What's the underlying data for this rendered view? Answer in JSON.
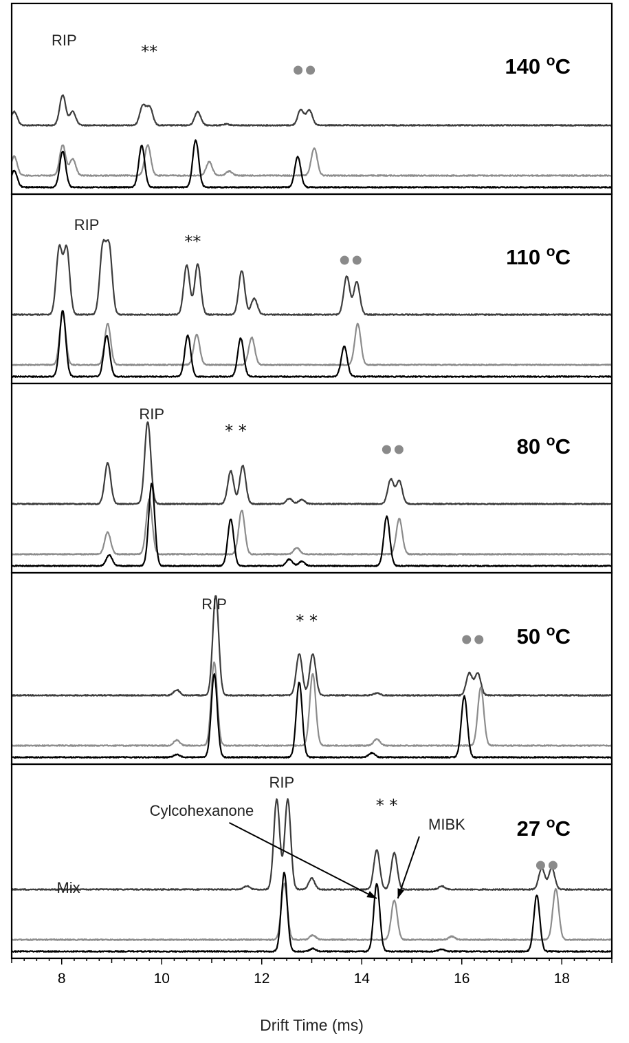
{
  "chart_data": {
    "type": "line",
    "xlabel": "Drift Time (ms)",
    "xlim": [
      7.0,
      19.0
    ],
    "xticks": [
      8,
      10,
      12,
      14,
      16,
      18
    ],
    "colors": {
      "upper": "#3c3c3c",
      "middle": "#8c8c8c",
      "lower": "#000000"
    },
    "panels": [
      {
        "temperature": "140 ",
        "unit": "C",
        "rip_label": "RIP",
        "rip_x": 8.05,
        "star_text": "**",
        "star_x": 9.75,
        "dots_x": 12.85,
        "series": [
          {
            "key": "upper",
            "peaks": [
              [
                7.05,
                0.25
              ],
              [
                8.02,
                0.55
              ],
              [
                8.22,
                0.25
              ],
              [
                9.62,
                0.35
              ],
              [
                9.76,
                0.33
              ],
              [
                10.72,
                0.25
              ],
              [
                11.3,
                0.02
              ],
              [
                12.78,
                0.28
              ],
              [
                12.95,
                0.28
              ]
            ]
          },
          {
            "key": "middle",
            "peaks": [
              [
                7.05,
                0.35
              ],
              [
                8.02,
                0.55
              ],
              [
                8.22,
                0.3
              ],
              [
                9.72,
                0.55
              ],
              [
                10.95,
                0.25
              ],
              [
                11.35,
                0.08
              ],
              [
                13.05,
                0.5
              ]
            ]
          },
          {
            "key": "lower",
            "peaks": [
              [
                7.05,
                0.3
              ],
              [
                8.02,
                0.65
              ],
              [
                9.6,
                0.75
              ],
              [
                10.68,
                0.85
              ],
              [
                12.72,
                0.55
              ]
            ]
          }
        ]
      },
      {
        "temperature": "110 ",
        "unit": "C",
        "rip_label": "RIP",
        "rip_x": 8.5,
        "star_text": "**",
        "star_x": 10.62,
        "dots_x": 13.78,
        "series": [
          {
            "key": "upper",
            "peaks": [
              [
                7.95,
                1.2
              ],
              [
                8.1,
                1.2
              ],
              [
                8.82,
                1.2
              ],
              [
                8.95,
                1.2
              ],
              [
                10.5,
                0.9
              ],
              [
                10.72,
                0.92
              ],
              [
                11.6,
                0.8
              ],
              [
                11.85,
                0.3
              ],
              [
                13.7,
                0.7
              ],
              [
                13.9,
                0.6
              ]
            ]
          },
          {
            "key": "middle",
            "peaks": [
              [
                8.02,
                0.95
              ],
              [
                8.92,
                0.75
              ],
              [
                10.7,
                0.55
              ],
              [
                11.8,
                0.5
              ],
              [
                13.92,
                0.75
              ]
            ]
          },
          {
            "key": "lower",
            "peaks": [
              [
                8.02,
                1.2
              ],
              [
                8.9,
                0.75
              ],
              [
                10.52,
                0.75
              ],
              [
                11.58,
                0.7
              ],
              [
                13.65,
                0.55
              ]
            ]
          }
        ]
      },
      {
        "temperature": "80 ",
        "unit": "C",
        "rip_label": "RIP",
        "rip_x": 9.8,
        "star_text": "* *",
        "star_x": 11.48,
        "dots_x": 14.62,
        "series": [
          {
            "key": "upper",
            "peaks": [
              [
                8.92,
                0.75
              ],
              [
                9.72,
                1.5
              ],
              [
                11.38,
                0.6
              ],
              [
                11.62,
                0.7
              ],
              [
                12.55,
                0.1
              ],
              [
                12.8,
                0.08
              ],
              [
                14.58,
                0.45
              ],
              [
                14.75,
                0.42
              ]
            ]
          },
          {
            "key": "middle",
            "peaks": [
              [
                8.92,
                0.4
              ],
              [
                9.75,
                1.0
              ],
              [
                11.6,
                0.8
              ],
              [
                12.7,
                0.12
              ],
              [
                14.75,
                0.65
              ]
            ]
          },
          {
            "key": "lower",
            "peaks": [
              [
                8.95,
                0.2
              ],
              [
                9.8,
                1.5
              ],
              [
                11.38,
                0.85
              ],
              [
                12.55,
                0.12
              ],
              [
                12.8,
                0.08
              ],
              [
                14.5,
                0.9
              ]
            ]
          }
        ]
      },
      {
        "temperature": "50 ",
        "unit": "C",
        "rip_label": "RIP",
        "rip_x": 11.05,
        "star_text": "*  *",
        "star_x": 12.9,
        "dots_x": 16.22,
        "series": [
          {
            "key": "upper",
            "peaks": [
              [
                10.3,
                0.1
              ],
              [
                11.08,
                1.8
              ],
              [
                12.75,
                0.75
              ],
              [
                13.02,
                0.75
              ],
              [
                14.3,
                0.04
              ],
              [
                16.15,
                0.4
              ],
              [
                16.32,
                0.4
              ]
            ]
          },
          {
            "key": "middle",
            "peaks": [
              [
                10.3,
                0.1
              ],
              [
                11.05,
                1.5
              ],
              [
                13.02,
                1.3
              ],
              [
                14.3,
                0.12
              ],
              [
                16.38,
                1.05
              ]
            ]
          },
          {
            "key": "lower",
            "peaks": [
              [
                10.3,
                0.05
              ],
              [
                11.05,
                1.5
              ],
              [
                12.75,
                1.35
              ],
              [
                14.2,
                0.08
              ],
              [
                16.05,
                1.1
              ]
            ]
          }
        ]
      },
      {
        "temperature": "27 ",
        "unit": "C",
        "rip_label": "RIP",
        "rip_x": 12.4,
        "star_text": "*   *",
        "star_x": 14.5,
        "dots_x": 17.7,
        "mix_label": "Mix",
        "mix_x": 7.9,
        "annotations": [
          {
            "text": "Cylcohexanone",
            "label_x": 10.8,
            "target_x": 14.3
          },
          {
            "text": "MIBK",
            "label_x": 15.7,
            "target_x": 14.72
          }
        ],
        "series": [
          {
            "key": "upper",
            "peaks": [
              [
                11.7,
                0.06
              ],
              [
                12.3,
                1.6
              ],
              [
                12.52,
                1.6
              ],
              [
                13.0,
                0.2
              ],
              [
                14.3,
                0.7
              ],
              [
                14.65,
                0.65
              ],
              [
                15.6,
                0.06
              ],
              [
                17.6,
                0.38
              ],
              [
                17.8,
                0.38
              ]
            ]
          },
          {
            "key": "middle",
            "peaks": [
              [
                12.45,
                1.0
              ],
              [
                13.02,
                0.08
              ],
              [
                14.65,
                0.7
              ],
              [
                15.8,
                0.06
              ],
              [
                17.88,
                0.9
              ]
            ]
          },
          {
            "key": "lower",
            "peaks": [
              [
                12.45,
                1.4
              ],
              [
                13.02,
                0.05
              ],
              [
                14.3,
                1.2
              ],
              [
                15.6,
                0.04
              ],
              [
                17.5,
                1.0
              ]
            ]
          }
        ]
      }
    ]
  }
}
